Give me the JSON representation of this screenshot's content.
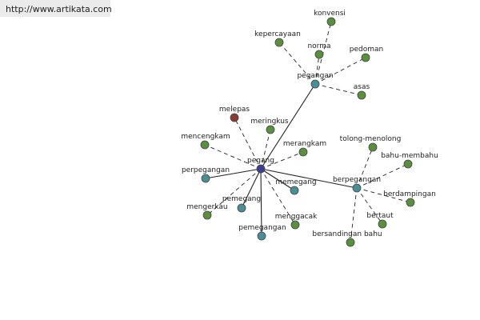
{
  "header": {
    "url": "http://www.artikata.com"
  },
  "colors": {
    "center": "#3b3f8f",
    "hub": "#4a8f95",
    "leaf": "#5a8f3e",
    "antonym": "#8a3a36",
    "edge": "#222222",
    "node_stroke": "#444444"
  },
  "graph": {
    "nodes": [
      {
        "id": "pegang",
        "label": "pegang",
        "kind": "center"
      },
      {
        "id": "pegangan",
        "label": "pegangan",
        "kind": "hub"
      },
      {
        "id": "berpegangan",
        "label": "berpegangan",
        "kind": "hub"
      },
      {
        "id": "perpegangan",
        "label": "perpegangan",
        "kind": "hub"
      },
      {
        "id": "pemegang",
        "label": "pemegang",
        "kind": "hub"
      },
      {
        "id": "pemegangan",
        "label": "pemegangan",
        "kind": "hub"
      },
      {
        "id": "memegang",
        "label": "memegang",
        "kind": "hub"
      },
      {
        "id": "konvensi",
        "label": "konvensi",
        "kind": "leaf"
      },
      {
        "id": "kepercayaan",
        "label": "kepercayaan",
        "kind": "leaf"
      },
      {
        "id": "norma",
        "label": "norma",
        "kind": "leaf"
      },
      {
        "id": "pedoman",
        "label": "pedoman",
        "kind": "leaf"
      },
      {
        "id": "asas",
        "label": "asas",
        "kind": "leaf"
      },
      {
        "id": "melepas",
        "label": "melepas",
        "kind": "antonym"
      },
      {
        "id": "meringkus",
        "label": "meringkus",
        "kind": "leaf"
      },
      {
        "id": "mencengkam",
        "label": "mencengkam",
        "kind": "leaf"
      },
      {
        "id": "merangkam",
        "label": "merangkam",
        "kind": "leaf"
      },
      {
        "id": "mengerkau",
        "label": "mengerkau",
        "kind": "leaf"
      },
      {
        "id": "menggacak",
        "label": "menggacak",
        "kind": "leaf"
      },
      {
        "id": "tolong-menolong",
        "label": "tolong-menolong",
        "kind": "leaf"
      },
      {
        "id": "bahu-membahu",
        "label": "bahu-membahu",
        "kind": "leaf"
      },
      {
        "id": "berdampingan",
        "label": "berdampingan",
        "kind": "leaf"
      },
      {
        "id": "bertaut",
        "label": "bertaut",
        "kind": "leaf"
      },
      {
        "id": "bersandingan bahu",
        "label": "bersandingan bahu",
        "kind": "leaf"
      }
    ],
    "edges": [
      {
        "from": "pegang",
        "to": "pegangan",
        "style": "solid"
      },
      {
        "from": "pegang",
        "to": "berpegangan",
        "style": "solid"
      },
      {
        "from": "pegang",
        "to": "perpegangan",
        "style": "solid"
      },
      {
        "from": "pegang",
        "to": "pemegang",
        "style": "solid"
      },
      {
        "from": "pegang",
        "to": "pemegangan",
        "style": "solid"
      },
      {
        "from": "pegang",
        "to": "memegang",
        "style": "solid"
      },
      {
        "from": "pegangan",
        "to": "konvensi",
        "style": "dashed"
      },
      {
        "from": "pegangan",
        "to": "kepercayaan",
        "style": "dashed"
      },
      {
        "from": "pegangan",
        "to": "norma",
        "style": "dashed"
      },
      {
        "from": "pegangan",
        "to": "pedoman",
        "style": "dashed"
      },
      {
        "from": "pegangan",
        "to": "asas",
        "style": "dashed"
      },
      {
        "from": "pegang",
        "to": "melepas",
        "style": "dashed"
      },
      {
        "from": "pegang",
        "to": "meringkus",
        "style": "dashed"
      },
      {
        "from": "pegang",
        "to": "mencengkam",
        "style": "dashed"
      },
      {
        "from": "pegang",
        "to": "merangkam",
        "style": "dashed"
      },
      {
        "from": "pegang",
        "to": "mengerkau",
        "style": "dashed"
      },
      {
        "from": "pegang",
        "to": "menggacak",
        "style": "dashed"
      },
      {
        "from": "berpegangan",
        "to": "tolong-menolong",
        "style": "dashed"
      },
      {
        "from": "berpegangan",
        "to": "bahu-membahu",
        "style": "dashed"
      },
      {
        "from": "berpegangan",
        "to": "berdampingan",
        "style": "dashed"
      },
      {
        "from": "berpegangan",
        "to": "bertaut",
        "style": "dashed"
      },
      {
        "from": "berpegangan",
        "to": "bersandingan bahu",
        "style": "dashed"
      }
    ]
  }
}
